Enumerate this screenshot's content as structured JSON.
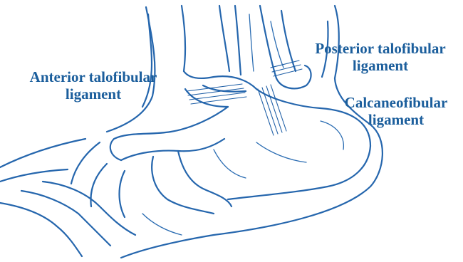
{
  "colors": {
    "ink": "#1b5e9c",
    "line": "#2566ad",
    "background": "#ffffff"
  },
  "labels": {
    "anterior_talofibular": [
      "Anterior talofibular",
      "ligament"
    ],
    "posterior_talofibular": [
      "Posterior talofibular",
      "ligament"
    ],
    "calcaneofibular": [
      "Calcaneofibular",
      "ligament"
    ]
  }
}
